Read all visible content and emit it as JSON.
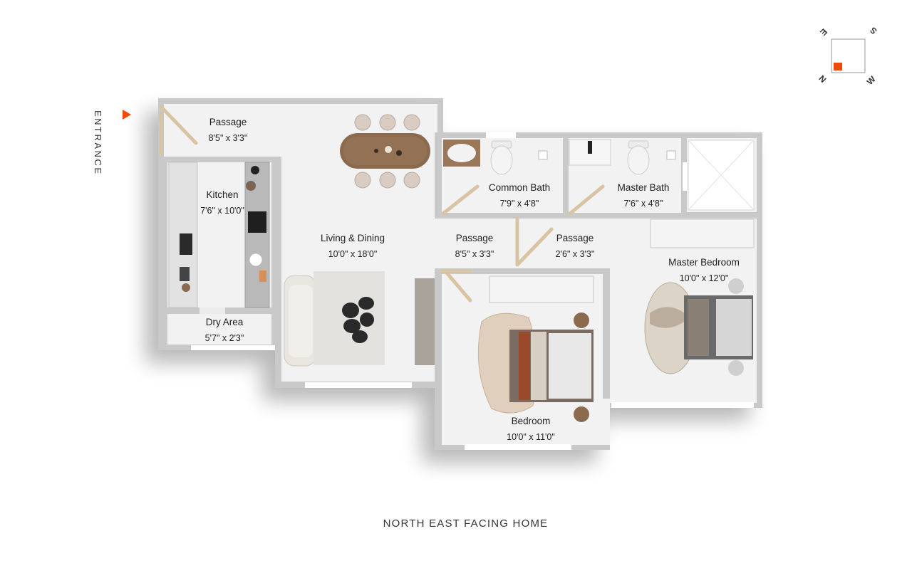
{
  "entrance_label": "ENTRANCE",
  "footer_caption": "NORTH EAST FACING HOME",
  "compass": {
    "e": "E",
    "s": "S",
    "n": "N",
    "w": "W"
  },
  "rooms": {
    "passage_entry": {
      "name": "Passage",
      "dim": "8'5\" x 3'3\""
    },
    "kitchen": {
      "name": "Kitchen",
      "dim": "7'6\" x 10'0\""
    },
    "dry_area": {
      "name": "Dry Area",
      "dim": "5'7\" x 2'3\""
    },
    "living_dining": {
      "name": "Living & Dining",
      "dim": "10'0\" x 18'0\""
    },
    "passage_mid": {
      "name": "Passage",
      "dim": "8'5\" x 3'3\""
    },
    "passage_right": {
      "name": "Passage",
      "dim": "2'6\" x 3'3\""
    },
    "common_bath": {
      "name": "Common Bath",
      "dim": "7'9\" x 4'8\""
    },
    "master_bath": {
      "name": "Master Bath",
      "dim": "7'6\" x 4'8\""
    },
    "master_bedroom": {
      "name": "Master Bedroom",
      "dim": "10'0\" x 12'0\""
    },
    "bedroom": {
      "name": "Bedroom",
      "dim": "10'0\" x 11'0\""
    }
  },
  "colors": {
    "accent": "#f04a0a",
    "wall": "#c8c8c8",
    "floor": "#f3f3f3",
    "door": "#d9c4a4"
  }
}
